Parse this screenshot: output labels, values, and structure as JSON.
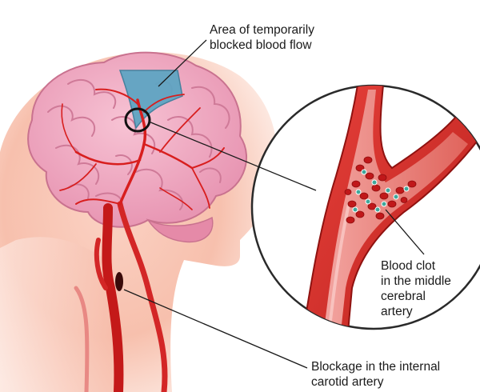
{
  "labels": {
    "blocked_area": [
      "Area of temporarily",
      "blocked blood flow"
    ],
    "blood_clot": [
      "Blood clot",
      "in the middle",
      "cerebral",
      "artery"
    ],
    "carotid_blockage": [
      "Blockage in the internal",
      "carotid artery"
    ]
  },
  "colors": {
    "skin_light": "#fbe3da",
    "skin_mid": "#f6b9a6",
    "brain_pink": "#f2a7c0",
    "brain_fold": "#d9809f",
    "artery_red": "#d81e1e",
    "artery_dark": "#9e0f0f",
    "blocked_area_blue": "#5fa5c3",
    "clot_teal": "#3fa79b",
    "leader_line": "#1a1a1a"
  }
}
